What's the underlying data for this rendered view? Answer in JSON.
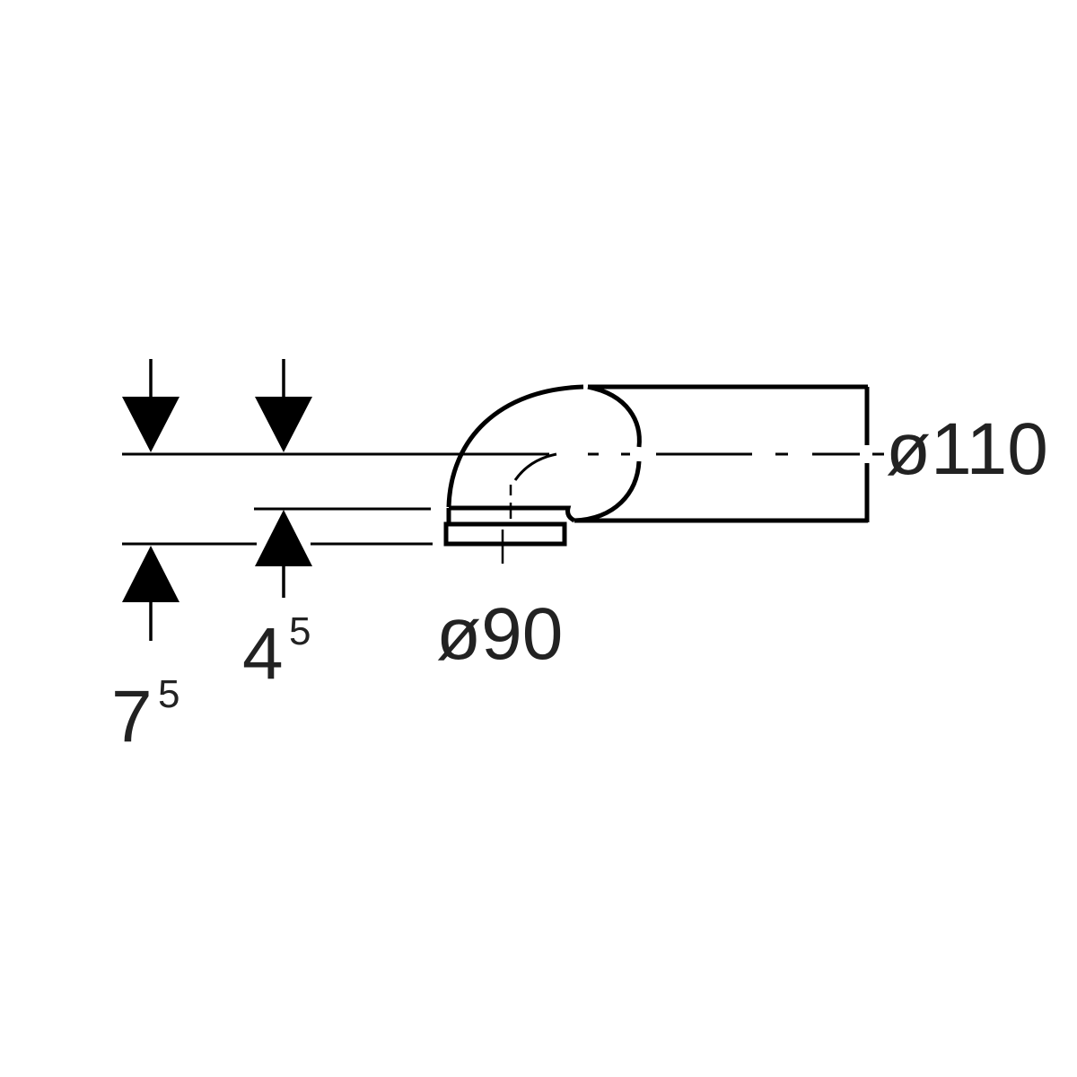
{
  "dimensions": {
    "outlet_diameter": "ø110",
    "inlet_diameter": "ø90",
    "offset_a": {
      "base": "4",
      "sup": "5"
    },
    "offset_b": {
      "base": "7",
      "sup": "5"
    }
  },
  "colors": {
    "line": "#000000",
    "text": "#222222",
    "background": "#ffffff"
  }
}
